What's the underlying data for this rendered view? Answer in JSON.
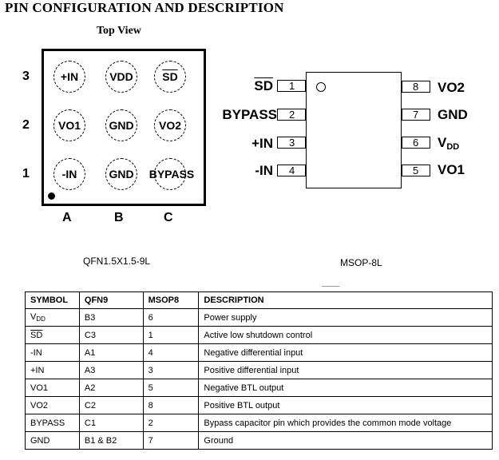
{
  "title": "PIN CONFIGURATION AND DESCRIPTION",
  "top_view": "Top View",
  "qfn": {
    "rows": [
      "3",
      "2",
      "1"
    ],
    "cols": [
      "A",
      "B",
      "C"
    ],
    "pads": [
      "+IN",
      "VDD",
      "SD",
      "VO1",
      "GND",
      "VO2",
      "-IN",
      "GND",
      "BYPASS"
    ],
    "caption": "QFN1.5X1.5-9L"
  },
  "msop": {
    "caption": "MSOP-8L",
    "left_pins": [
      {
        "num": "1",
        "name": "SD"
      },
      {
        "num": "2",
        "name": "BYPASS"
      },
      {
        "num": "3",
        "name": "+IN"
      },
      {
        "num": "4",
        "name": "-IN"
      }
    ],
    "right_pins": [
      {
        "num": "8",
        "name": "VO2"
      },
      {
        "num": "7",
        "name": "GND"
      },
      {
        "num": "6",
        "name_main": "V",
        "name_sub": "DD"
      },
      {
        "num": "5",
        "name": "VO1"
      }
    ]
  },
  "table": {
    "headers": [
      "SYMBOL",
      "QFN9",
      "MSOP8",
      "DESCRIPTION"
    ],
    "rows": [
      {
        "sym_main": "V",
        "sym_sub": "DD",
        "qfn": "B3",
        "msop": "6",
        "desc": "Power supply"
      },
      {
        "sym": "SD",
        "qfn": "C3",
        "msop": "1",
        "desc": "Active low shutdown control"
      },
      {
        "sym": "-IN",
        "qfn": "A1",
        "msop": "4",
        "desc": "Negative differential input"
      },
      {
        "sym": "+IN",
        "qfn": "A3",
        "msop": "3",
        "desc": "Positive differential input"
      },
      {
        "sym": "VO1",
        "qfn": "A2",
        "msop": "5",
        "desc": "Negative BTL output"
      },
      {
        "sym": "VO2",
        "qfn": "C2",
        "msop": "8",
        "desc": "Positive BTL output"
      },
      {
        "sym": "BYPASS",
        "qfn": "C1",
        "msop": "2",
        "desc": "Bypass capacitor pin which provides the common mode voltage"
      },
      {
        "sym": "GND",
        "qfn": "B1 & B2",
        "msop": "7",
        "desc": "Ground"
      }
    ]
  }
}
